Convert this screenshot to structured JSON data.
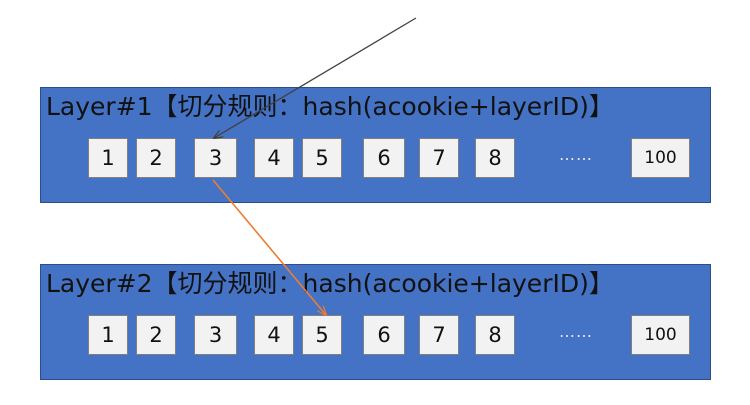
{
  "colors": {
    "layer_fill": "#4472c4",
    "incoming_arrow": "#404040",
    "hash_arrow": "#ed7d31"
  },
  "layers": [
    {
      "title": "Layer#1【切分规则：hash(acookie+layerID)】",
      "cells": [
        "1",
        "2",
        "3",
        "4",
        "5",
        "6",
        "7",
        "8",
        "100"
      ],
      "ellipsis": "……"
    },
    {
      "title": "Layer#2【切分规则：hash(acookie+layerID)】",
      "cells": [
        "1",
        "2",
        "3",
        "4",
        "5",
        "6",
        "7",
        "8",
        "100"
      ],
      "ellipsis": "……"
    }
  ],
  "arrows": [
    {
      "name": "incoming-arrow",
      "to": "layer-1 cell 3",
      "color_key": "incoming_arrow"
    },
    {
      "name": "hash-arrow",
      "from": "layer-1 cell 3",
      "to": "layer-2 cell 5",
      "color_key": "hash_arrow"
    }
  ]
}
